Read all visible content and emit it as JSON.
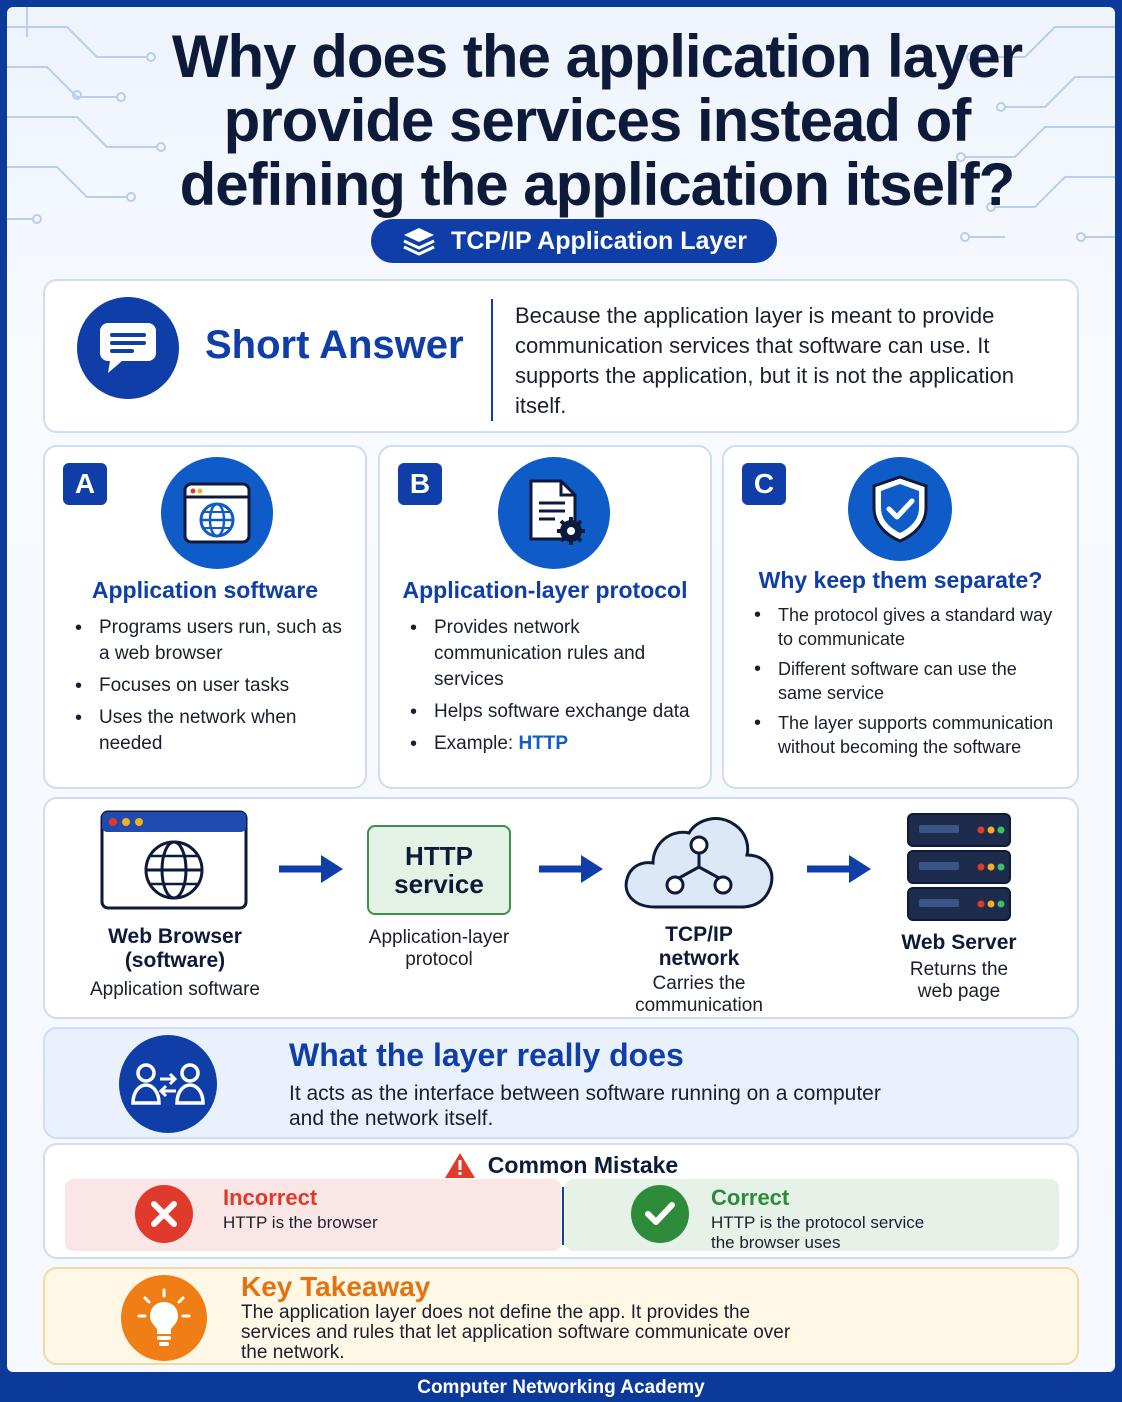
{
  "title": "Why does the application layer provide services instead of defining the application itself?",
  "pill_label": "TCP/IP Application Layer",
  "short_answer": {
    "label": "Short Answer",
    "text": "Because the application layer is meant to provide communication services that software can use. It supports the application, but it is not the application itself."
  },
  "columns": [
    {
      "badge": "A",
      "icon": "browser-globe-icon",
      "heading": "Application software",
      "items": [
        "Programs users run, such as a web browser",
        "Focuses on user tasks",
        "Uses the network when needed"
      ]
    },
    {
      "badge": "B",
      "icon": "document-gear-icon",
      "heading": "Application-layer protocol",
      "items": [
        "Provides network communication rules and services",
        "Helps software exchange data"
      ],
      "example_prefix": "Example: ",
      "example_value": "HTTP"
    },
    {
      "badge": "C",
      "icon": "shield-check-icon",
      "heading": "Why keep them separate?",
      "items": [
        "The protocol gives a standard way to communicate",
        "Different software can use the same service",
        "The layer supports communication without becoming the software"
      ]
    }
  ],
  "flow": {
    "browser": {
      "title": "Web Browser (software)",
      "sub": "Application software"
    },
    "http": {
      "box": "HTTP service",
      "sub": "Application-layer protocol"
    },
    "network": {
      "title": "TCP/IP network",
      "sub": "Carries the communication"
    },
    "server": {
      "title": "Web Server",
      "sub": "Returns the web page"
    }
  },
  "really": {
    "heading": "What the layer really does",
    "text": "It acts as the interface between software running on a computer and the network itself."
  },
  "mistake": {
    "heading": "Common Mistake",
    "incorrect_label": "Incorrect",
    "incorrect_text": "HTTP is the browser",
    "correct_label": "Correct",
    "correct_text": "HTTP is the protocol service the browser uses"
  },
  "takeaway": {
    "heading": "Key Takeaway",
    "text": "The application layer does not define the app. It provides the services and rules that let application software communicate over the network."
  },
  "footer": "Computer Networking Academy",
  "colors": {
    "primary": "#0f3ea8",
    "accent": "#0f5cc8",
    "incorrect": "#e03a2c",
    "correct": "#2e8b3a",
    "takeaway": "#f07e17"
  }
}
